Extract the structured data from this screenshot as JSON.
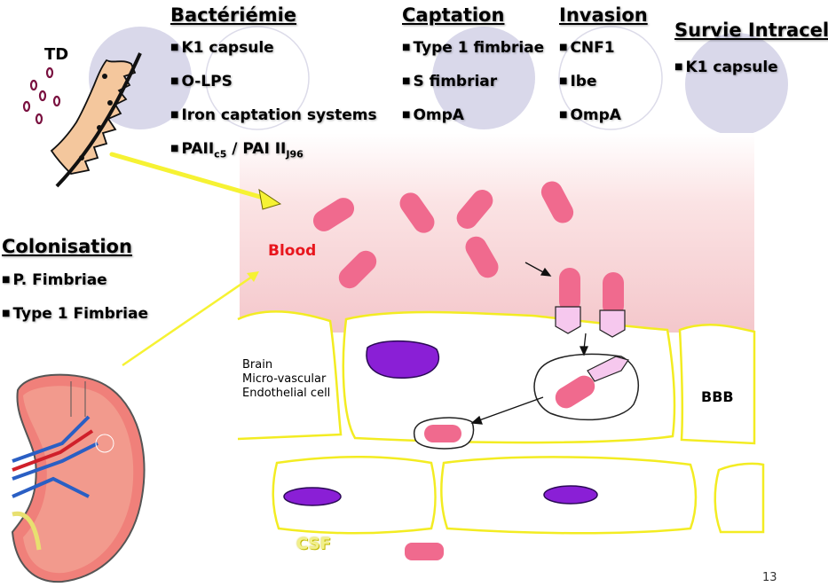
{
  "td_label": "TD",
  "groups": {
    "bacteriemie": {
      "heading": "Bactériémie",
      "items": [
        "K1 capsule",
        "O-LPS",
        "Iron captation systems"
      ],
      "pai": {
        "p1": "PAII",
        "s1": "c5",
        "p2": " / PAI II",
        "s2": "J96"
      }
    },
    "captation": {
      "heading": "Captation",
      "items": [
        "Type 1 fimbriae",
        "S fimbriar",
        "OmpA"
      ]
    },
    "invasion": {
      "heading": "Invasion",
      "items": [
        "CNF1",
        "Ibe",
        "OmpA"
      ]
    },
    "survie": {
      "heading": "Survie Intracell.",
      "items": [
        "K1 capsule"
      ]
    },
    "colonisation": {
      "heading": "Colonisation",
      "items": [
        "P. Fimbriae",
        "Type 1 Fimbriae"
      ]
    }
  },
  "labels": {
    "blood": "Blood",
    "endothelial": [
      "Brain",
      "Micro-vascular",
      "Endothelial cell"
    ],
    "bbb": "BBB",
    "csf": "CSF"
  },
  "page_number": "13",
  "colors": {
    "bacteria": "#f06a8e",
    "nucleus": "#8a1fd6",
    "cell_border": "#f3ec22",
    "blood": "#f6d0d3",
    "arrow": "#f6f233",
    "circle": "#d7d6e8"
  }
}
